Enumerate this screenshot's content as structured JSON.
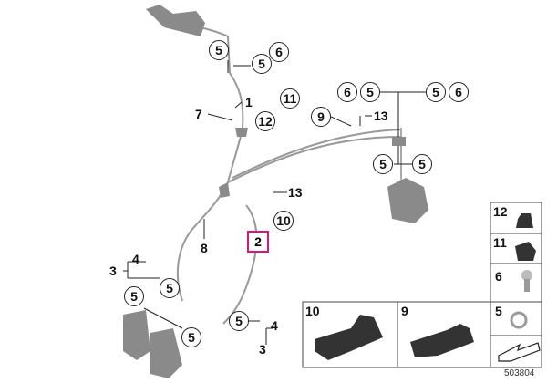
{
  "diagram": {
    "callouts": {
      "c5a": "5",
      "c5b": "5",
      "c6a": "6",
      "l1": "1",
      "l7": "7",
      "c11": "11",
      "c12": "12",
      "c9": "9",
      "l13a": "13",
      "c6b": "6",
      "c5c": "5",
      "c5d": "5",
      "c6c": "6",
      "c5e": "5",
      "c5f": "5",
      "l13b": "13",
      "c10": "10",
      "hl2": "2",
      "l8": "8",
      "l3a": "3",
      "l4a": "4",
      "c5g": "5",
      "c5h": "5",
      "c5i": "5",
      "c5j": "5",
      "l4b": "4",
      "l3b": "3"
    },
    "legend": {
      "p12": "12",
      "p11": "11",
      "p6": "6",
      "p10": "10",
      "p9": "9",
      "p5": "5"
    },
    "figure_number": "503804"
  }
}
